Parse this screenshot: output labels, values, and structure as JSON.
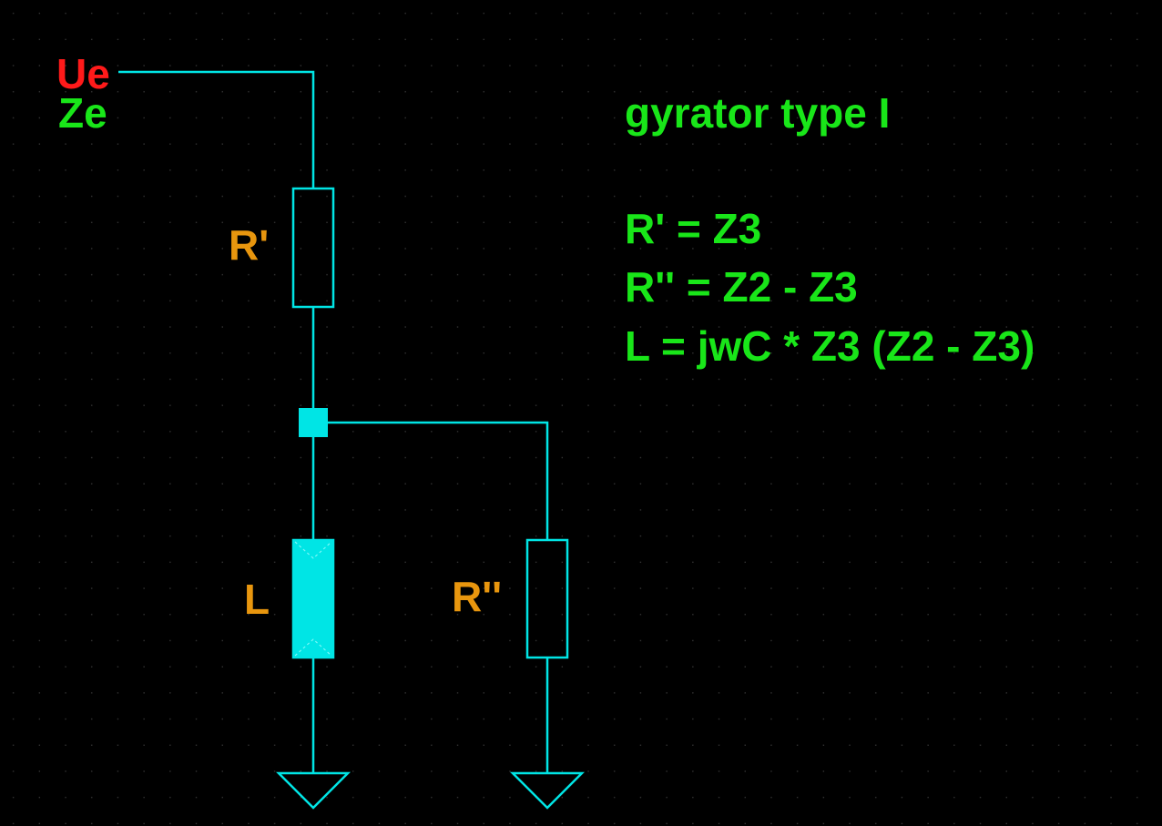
{
  "colors": {
    "background": "#000000",
    "grid_dot": "#3a3a3a",
    "wire": "#00e5e5",
    "port_voltage": "#ff1a1a",
    "port_impedance": "#19e619",
    "component_label": "#e8960e",
    "annotation": "#19e619"
  },
  "port": {
    "voltage_label": "Ue",
    "impedance_label": "Ze"
  },
  "components": {
    "r_prime": {
      "label": "R'",
      "type": "resistor"
    },
    "inductor": {
      "label": "L",
      "type": "inductor"
    },
    "r_double_prime": {
      "label": "R''",
      "type": "resistor"
    }
  },
  "annotations": {
    "title": "gyrator type I",
    "equations": [
      "R' = Z3",
      "R'' = Z2 - Z3",
      "L = jwC * Z3 (Z2 - Z3)"
    ]
  },
  "ground_symbols": [
    "ground-left-icon",
    "ground-right-icon"
  ]
}
